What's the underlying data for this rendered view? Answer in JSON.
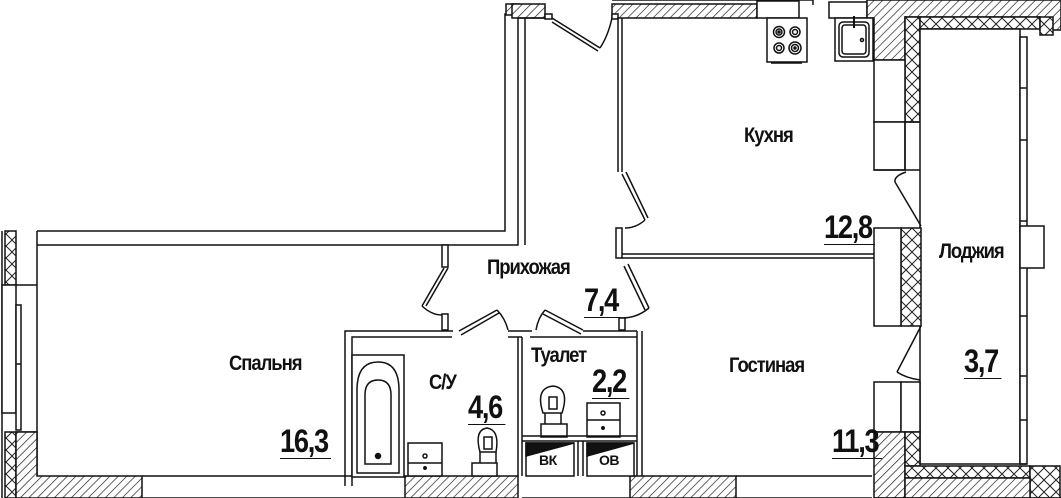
{
  "plan": {
    "type": "apartment-floor-plan",
    "line_color": "#111111",
    "hatch_color": "#333333",
    "background": "#ffffff"
  },
  "rooms": {
    "bedroom": {
      "label": "Спальня",
      "area": "16,3"
    },
    "bathroom": {
      "label": "С/У",
      "area": "4,6"
    },
    "hallway": {
      "label": "Прихожая",
      "area": "7,4"
    },
    "toilet": {
      "label": "Туалет",
      "area": "2,2"
    },
    "kitchen": {
      "label": "Кухня",
      "area": "12,8"
    },
    "living_room": {
      "label": "Гостиная",
      "area": "11,3"
    },
    "loggia": {
      "label": "Лоджия",
      "area": "3,7"
    }
  },
  "shafts": {
    "water": {
      "label": "ВК"
    },
    "ventilation": {
      "label": "ОВ"
    }
  },
  "fixtures": [
    "bathtub",
    "sink",
    "toilet",
    "toilet",
    "sink",
    "stove",
    "kitchen-sink"
  ]
}
